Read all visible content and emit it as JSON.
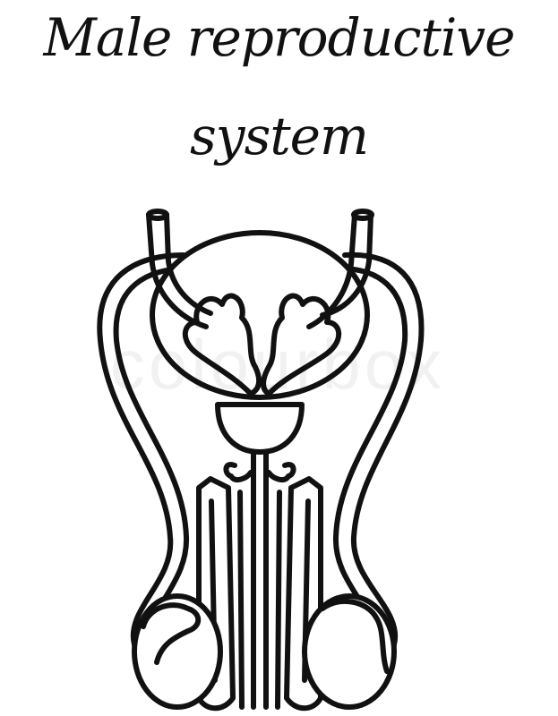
{
  "title": {
    "line1": "Male reproductive",
    "line2": "system"
  },
  "watermark": "colourbox",
  "colors": {
    "ink": "#111111",
    "background": "#ffffff"
  }
}
